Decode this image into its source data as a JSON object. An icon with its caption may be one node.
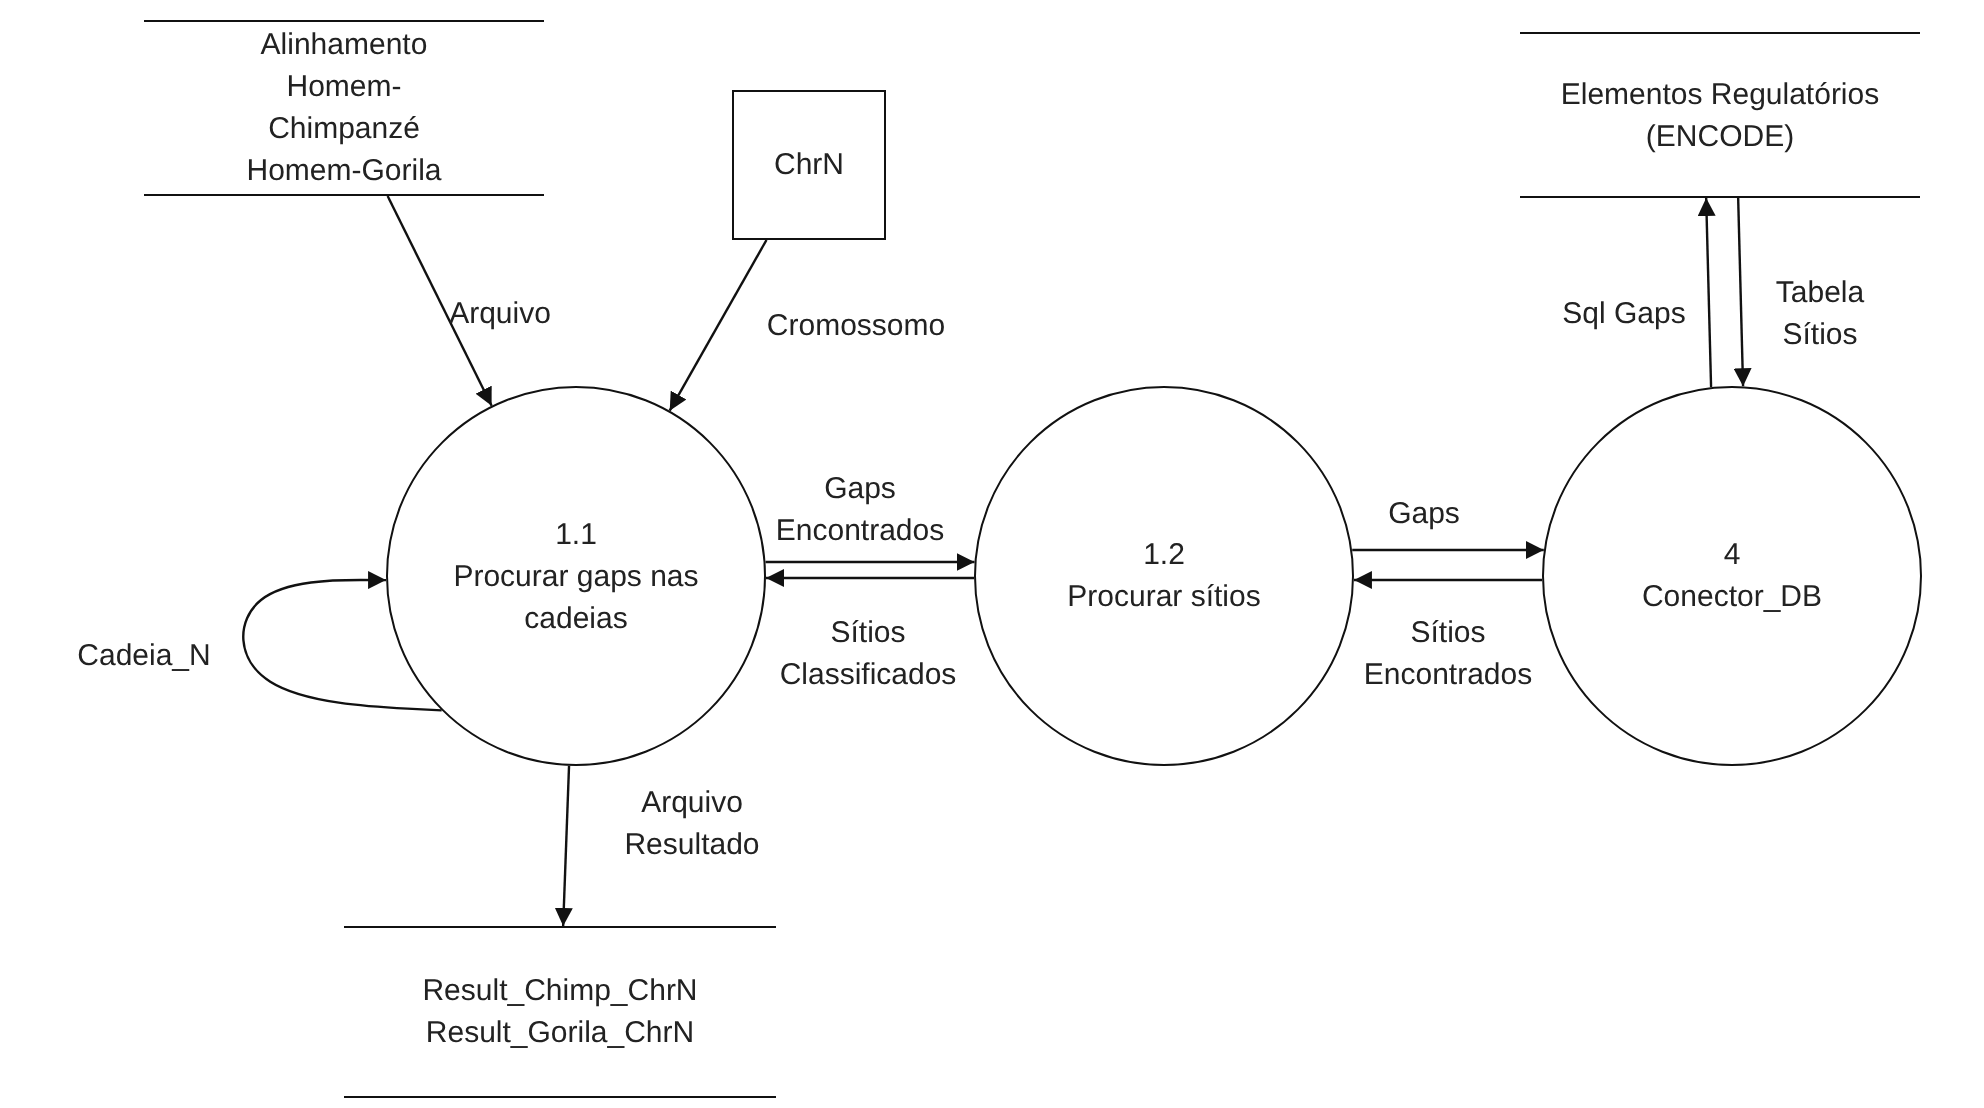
{
  "diagram": {
    "nodes": [
      {
        "text": [
          "Alinhamento Homem-Chimpanzé Homem-Gorila"
        ]
      },
      {
        "text": [
          "ChrN"
        ]
      },
      {
        "text": [
          "1.1",
          "Procurar gaps nas cadeias"
        ]
      },
      {
        "text": [
          "1.2",
          "Procurar sítios"
        ]
      },
      {
        "text": [
          "4",
          "Conector_DB"
        ]
      },
      {
        "text": [
          "Elementos Regulatórios (ENCODE)"
        ]
      },
      {
        "text": [
          "Result_Chimp_ChrN Result_Gorila_ChrN"
        ]
      }
    ],
    "edges": [
      {
        "from": 0,
        "to": 2,
        "arrow": "to",
        "label": "Arquivo"
      },
      {
        "from": 1,
        "to": 2,
        "arrow": "to",
        "label": "Cromossomo"
      },
      {
        "from": 2,
        "to": 3,
        "arrow": "to",
        "label": "Gaps Encontrados"
      },
      {
        "from": 3,
        "to": 2,
        "arrow": "to",
        "label": "Sítios Classificados"
      },
      {
        "from": 3,
        "to": 4,
        "arrow": "to",
        "label": "Gaps"
      },
      {
        "from": 4,
        "to": 3,
        "arrow": "to",
        "label": "Sítios Encontrados"
      },
      {
        "from": 4,
        "to": 5,
        "arrow": "to",
        "label": "Sql Gaps"
      },
      {
        "from": 5,
        "to": 4,
        "arrow": "to",
        "label": "Tabela Sítios"
      },
      {
        "from": 2,
        "to": 2,
        "arrow": "to",
        "label": "Cadeia_N"
      },
      {
        "from": 2,
        "to": 6,
        "arrow": "to",
        "label": "Arquivo Resultado"
      }
    ]
  }
}
